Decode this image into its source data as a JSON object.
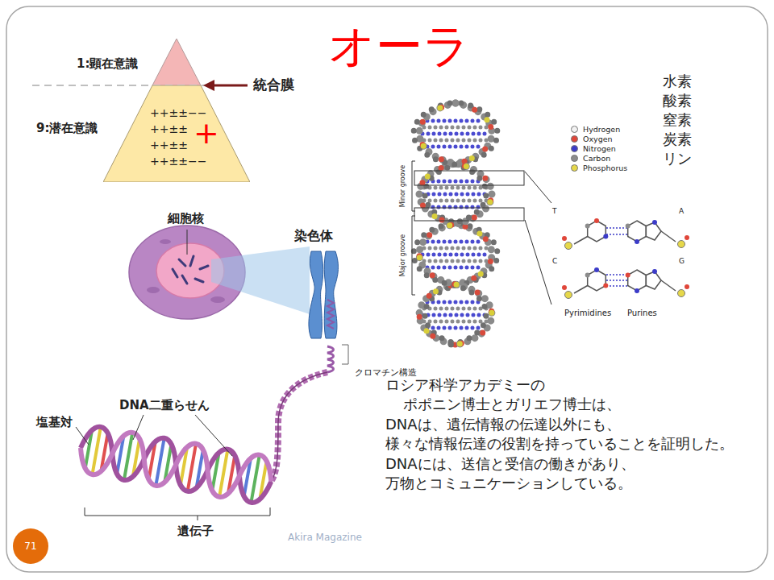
{
  "diagram": {
    "title": "オーラ",
    "nodes": [
      {
        "text": [
          "++±±−−",
          "++±±",
          "++±±",
          "++±±−−",
          "+"
        ]
      },
      {
        "text": [
          "71"
        ]
      }
    ],
    "labels": [
      "1:顕在意識",
      "統合膜",
      "9:潜在意識",
      "細胞核",
      "染色体",
      "クロマチン構造",
      "DNA二重らせん",
      "塩基対",
      "遺伝子",
      "Akira Magazine",
      "Minor groove",
      "Major groove",
      "T",
      "A",
      "C",
      "G",
      "Pyrimidines",
      "Purines",
      "水素",
      "酸素",
      "窒素",
      "炭素",
      "リン",
      "ロシア科学アカデミーの",
      "ポポニン博士とガリエフ博士は、",
      "DNAは、遺伝情報の伝達以外にも、",
      "様々な情報伝達の役割を持っていることを証明した。",
      "DNAには、送信と受信の働きがあり、",
      "万物とコミュニケーションしている。"
    ],
    "legend": [
      {
        "text": "Hydrogen",
        "color": "#f2f2f2"
      },
      {
        "text": "Oxygen",
        "color": "#e0463a"
      },
      {
        "text": "Nitrogen",
        "color": "#3c3cc8"
      },
      {
        "text": "Carbon",
        "color": "#8c8c8c"
      },
      {
        "text": "Phosphorus",
        "color": "#e6d84a"
      }
    ]
  }
}
